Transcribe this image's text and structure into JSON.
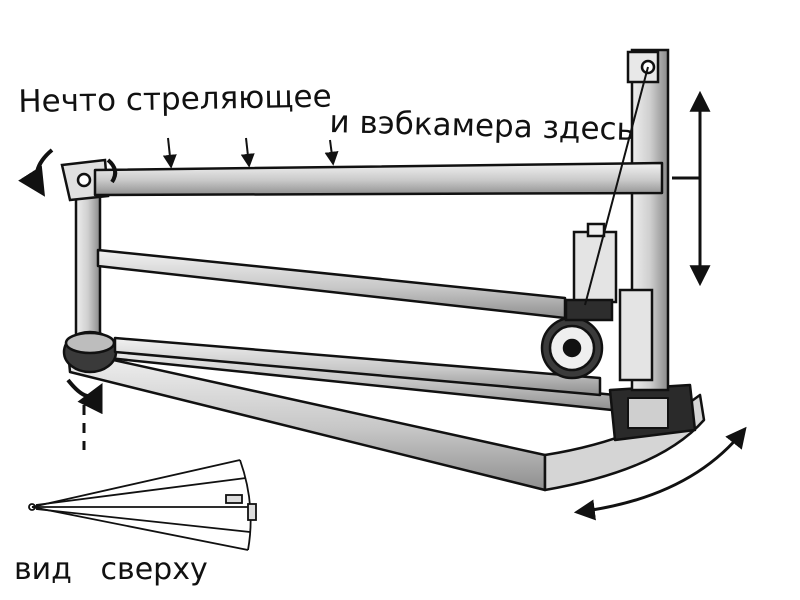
{
  "annotations": {
    "payload_text_part1": "Нечто стреляющее",
    "payload_text_part2": "и вэбкамера здесь",
    "top_view_label": "вид   сверху"
  },
  "colors": {
    "ink": "#111111",
    "beam_fill": "#d9d9d9",
    "beam_shadow": "#9a9a9a",
    "background": "#ffffff"
  },
  "icons": [
    "rotation-arrow-icon",
    "vertical-travel-arrow-icon",
    "swing-arc-arrow-icon",
    "pointer-arrow-icon"
  ]
}
